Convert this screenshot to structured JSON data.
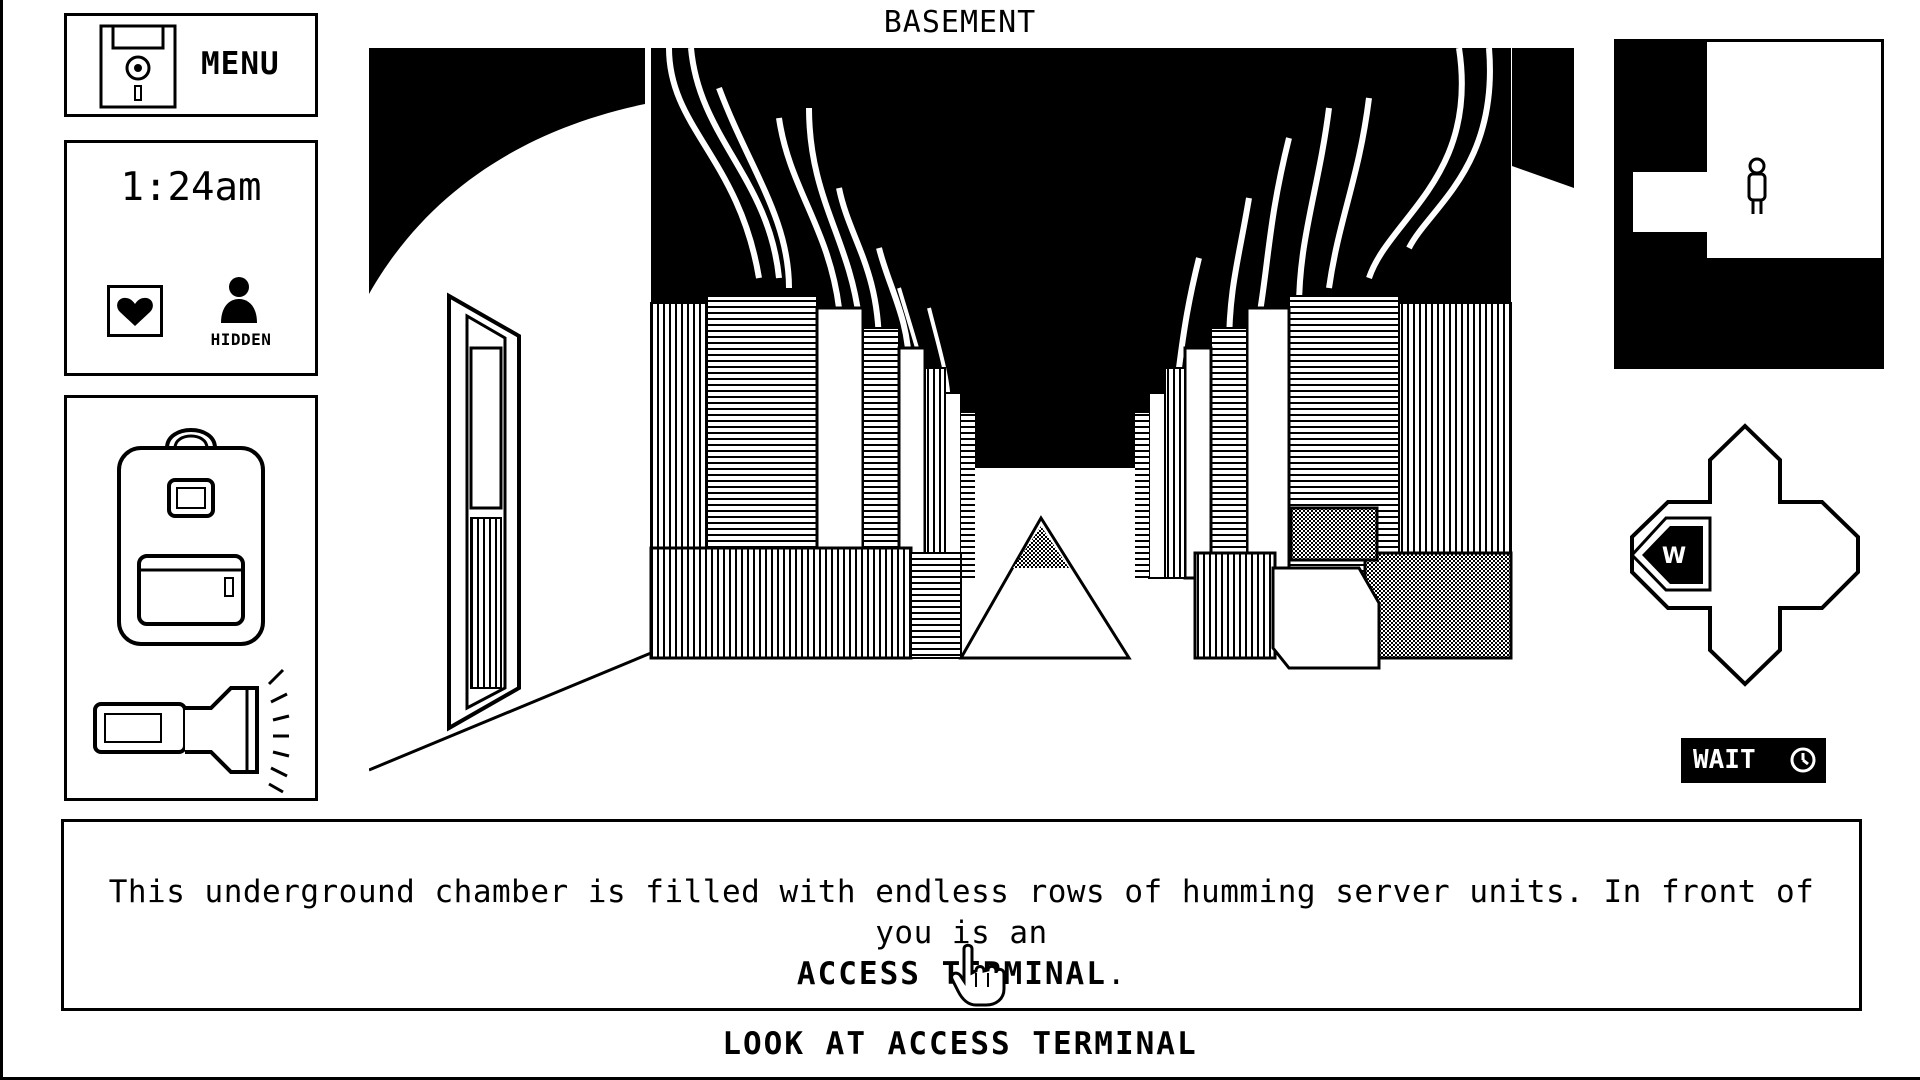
{
  "menu": {
    "label": "MENU",
    "icon": "floppy-disk-icon"
  },
  "status": {
    "time": "1:24am",
    "health_icon": "heart-icon",
    "stealth_icon": "crouching-figure-icon",
    "stealth_label": "HIDDEN"
  },
  "inventory": {
    "items": [
      {
        "name": "backpack",
        "icon": "backpack-icon"
      },
      {
        "name": "flashlight",
        "icon": "flashlight-icon",
        "state": "on"
      }
    ]
  },
  "location": {
    "title": "BASEMENT"
  },
  "scene": {
    "description": "underground server room with rows of server racks and cables leading to a central access terminal"
  },
  "navigation": {
    "available_directions": [
      "W"
    ],
    "west_label": "W"
  },
  "wait": {
    "label": "WAIT",
    "icon": "clock-icon"
  },
  "narration": {
    "text": "This underground chamber is filled with endless rows of humming server units. In front of you is an",
    "keyword": "ACCESS TERMINAL",
    "suffix": "."
  },
  "action": {
    "text": "LOOK AT ACCESS TERMINAL"
  },
  "colors": {
    "background": "#ffffff",
    "foreground": "#000000"
  }
}
